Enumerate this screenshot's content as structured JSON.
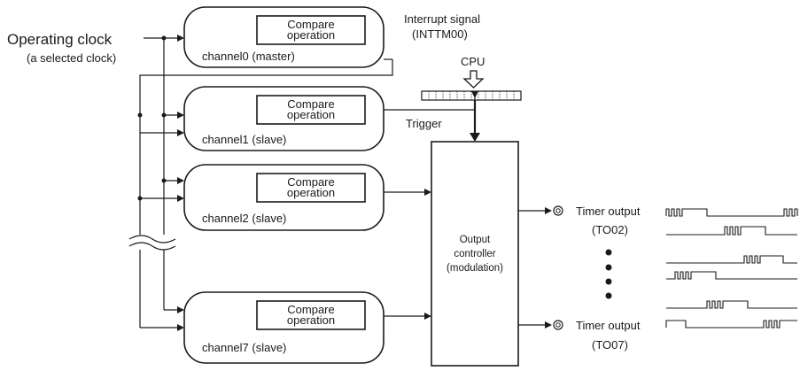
{
  "operating_clock": {
    "label": "Operating clock",
    "sublabel": "(a selected clock)"
  },
  "interrupt": {
    "line1": "Interrupt signal",
    "line2": "(INTTM00)"
  },
  "cpu_label": "CPU",
  "trigger_label": "Trigger",
  "channels": [
    {
      "id": "ch0",
      "name": "channel0 (master)",
      "op_line1": "Compare",
      "op_line2": "operation"
    },
    {
      "id": "ch1",
      "name": "channel1 (slave)",
      "op_line1": "Compare",
      "op_line2": "operation"
    },
    {
      "id": "ch2",
      "name": "channel2 (slave)",
      "op_line1": "Compare",
      "op_line2": "operation"
    },
    {
      "id": "ch7",
      "name": "channel7 (slave)",
      "op_line1": "Compare",
      "op_line2": "operation"
    }
  ],
  "output_controller": {
    "line1": "Output",
    "line2": "controller",
    "line3": "(modulation)"
  },
  "outputs": [
    {
      "line1": "Timer output",
      "line2": "(TO02)"
    },
    {
      "line1": "Timer output",
      "line2": "(TO07)"
    }
  ],
  "colors": {
    "line": "#1a1a1a",
    "background": "#ffffff"
  }
}
